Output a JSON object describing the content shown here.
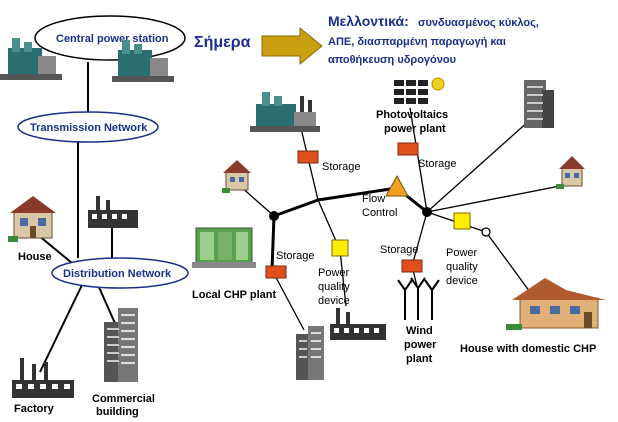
{
  "heading_today": "Σήμερα",
  "heading_future_title": "Μελλοντικά:",
  "heading_future_line1": "συνδυασμένος κύκλος,",
  "heading_future_line2": "ΑΠΕ, διασπαρμένη παραγωγή και",
  "heading_future_line3": "αποθήκευση υδρογόνου",
  "left": {
    "central": "Central power station",
    "transmission": "Transmission Network",
    "distribution": "Distribution Network",
    "house": "House",
    "factory": "Factory",
    "commercial_1": "Commercial",
    "commercial_2": "building"
  },
  "right": {
    "pv_1": "Photovoltaics",
    "pv_2": "power plant",
    "storage": "Storage",
    "flow_1": "Flow",
    "flow_2": "Control",
    "pq_1": "Power",
    "pq_2": "quality",
    "pq_3": "device",
    "chp": "Local CHP plant",
    "wind_1": "Wind",
    "wind_2": "power",
    "wind_3": "plant",
    "house_chp": "House with domestic CHP"
  },
  "colors": {
    "storage": "#e0501e",
    "power_quality": "#ffee00",
    "flow_control": "#f0a020",
    "arrow": "#c9a010",
    "heading": "#1a2f8c"
  }
}
